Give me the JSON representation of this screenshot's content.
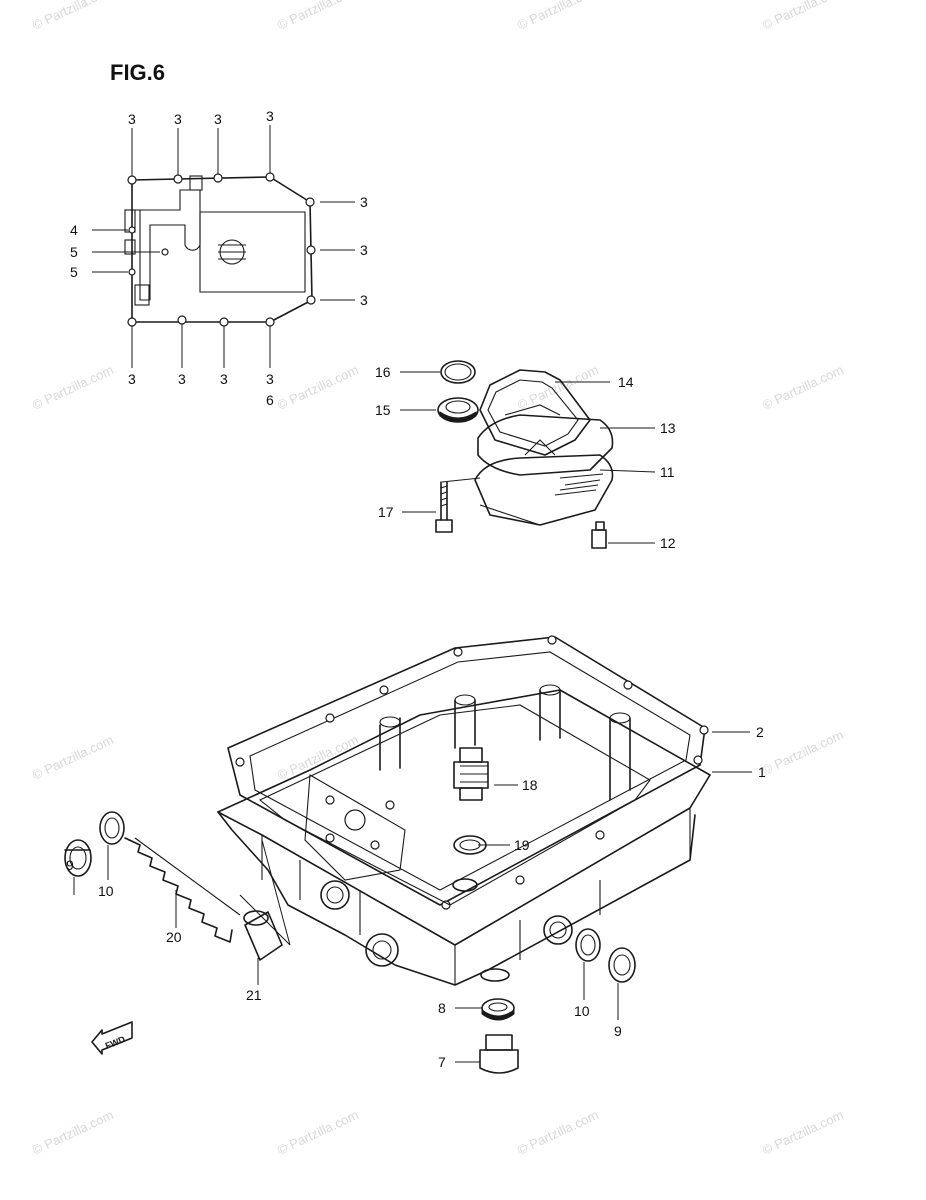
{
  "figure": {
    "title": "FIG.6",
    "direction_marker": "FWD"
  },
  "watermark": {
    "text": "© Partzilla.com"
  },
  "callouts": {
    "c1": "1",
    "c2": "2",
    "c4": "4",
    "c5": "5",
    "c6": "6",
    "c7": "7",
    "c8": "8",
    "c9": "9",
    "c10": "10",
    "c11": "11",
    "c12": "12",
    "c13": "13",
    "c14": "14",
    "c15": "15",
    "c16": "16",
    "c17": "17",
    "c18": "18",
    "c19": "19",
    "c20": "20",
    "c21": "21",
    "c3": "3"
  },
  "colors": {
    "ink": "#1a1a1a",
    "background": "#ffffff",
    "watermark": "#d8d8d8"
  }
}
